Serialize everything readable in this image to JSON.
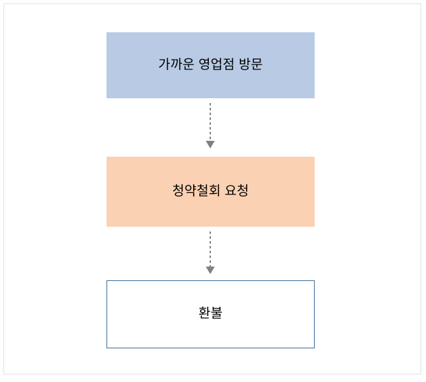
{
  "diagram": {
    "type": "flowchart",
    "orientation": "vertical",
    "frame": {
      "border_color": "#e2e2e2",
      "background": "#ffffff"
    },
    "nodes": [
      {
        "id": "node-1",
        "label": "가까운 영업점 방문",
        "shape": "rectangle",
        "fill": "#b9cae5",
        "border": "none",
        "text_color": "#000000"
      },
      {
        "id": "node-2",
        "label": "청약철회 요청",
        "shape": "rectangle",
        "fill": "#fbd1b3",
        "border": "none",
        "text_color": "#000000"
      },
      {
        "id": "node-3",
        "label": "환불",
        "shape": "rectangle",
        "fill": "#ffffff",
        "border": "#3d6d99",
        "text_color": "#000000"
      }
    ],
    "connectors": [
      {
        "id": "connector-1",
        "from": "node-1",
        "to": "node-2",
        "style": "dashed",
        "color": "#808080",
        "arrowhead": "filled-triangle-down",
        "label": ""
      },
      {
        "id": "connector-2",
        "from": "node-2",
        "to": "node-3",
        "style": "dashed",
        "color": "#808080",
        "arrowhead": "filled-triangle-down",
        "label": ""
      }
    ]
  }
}
